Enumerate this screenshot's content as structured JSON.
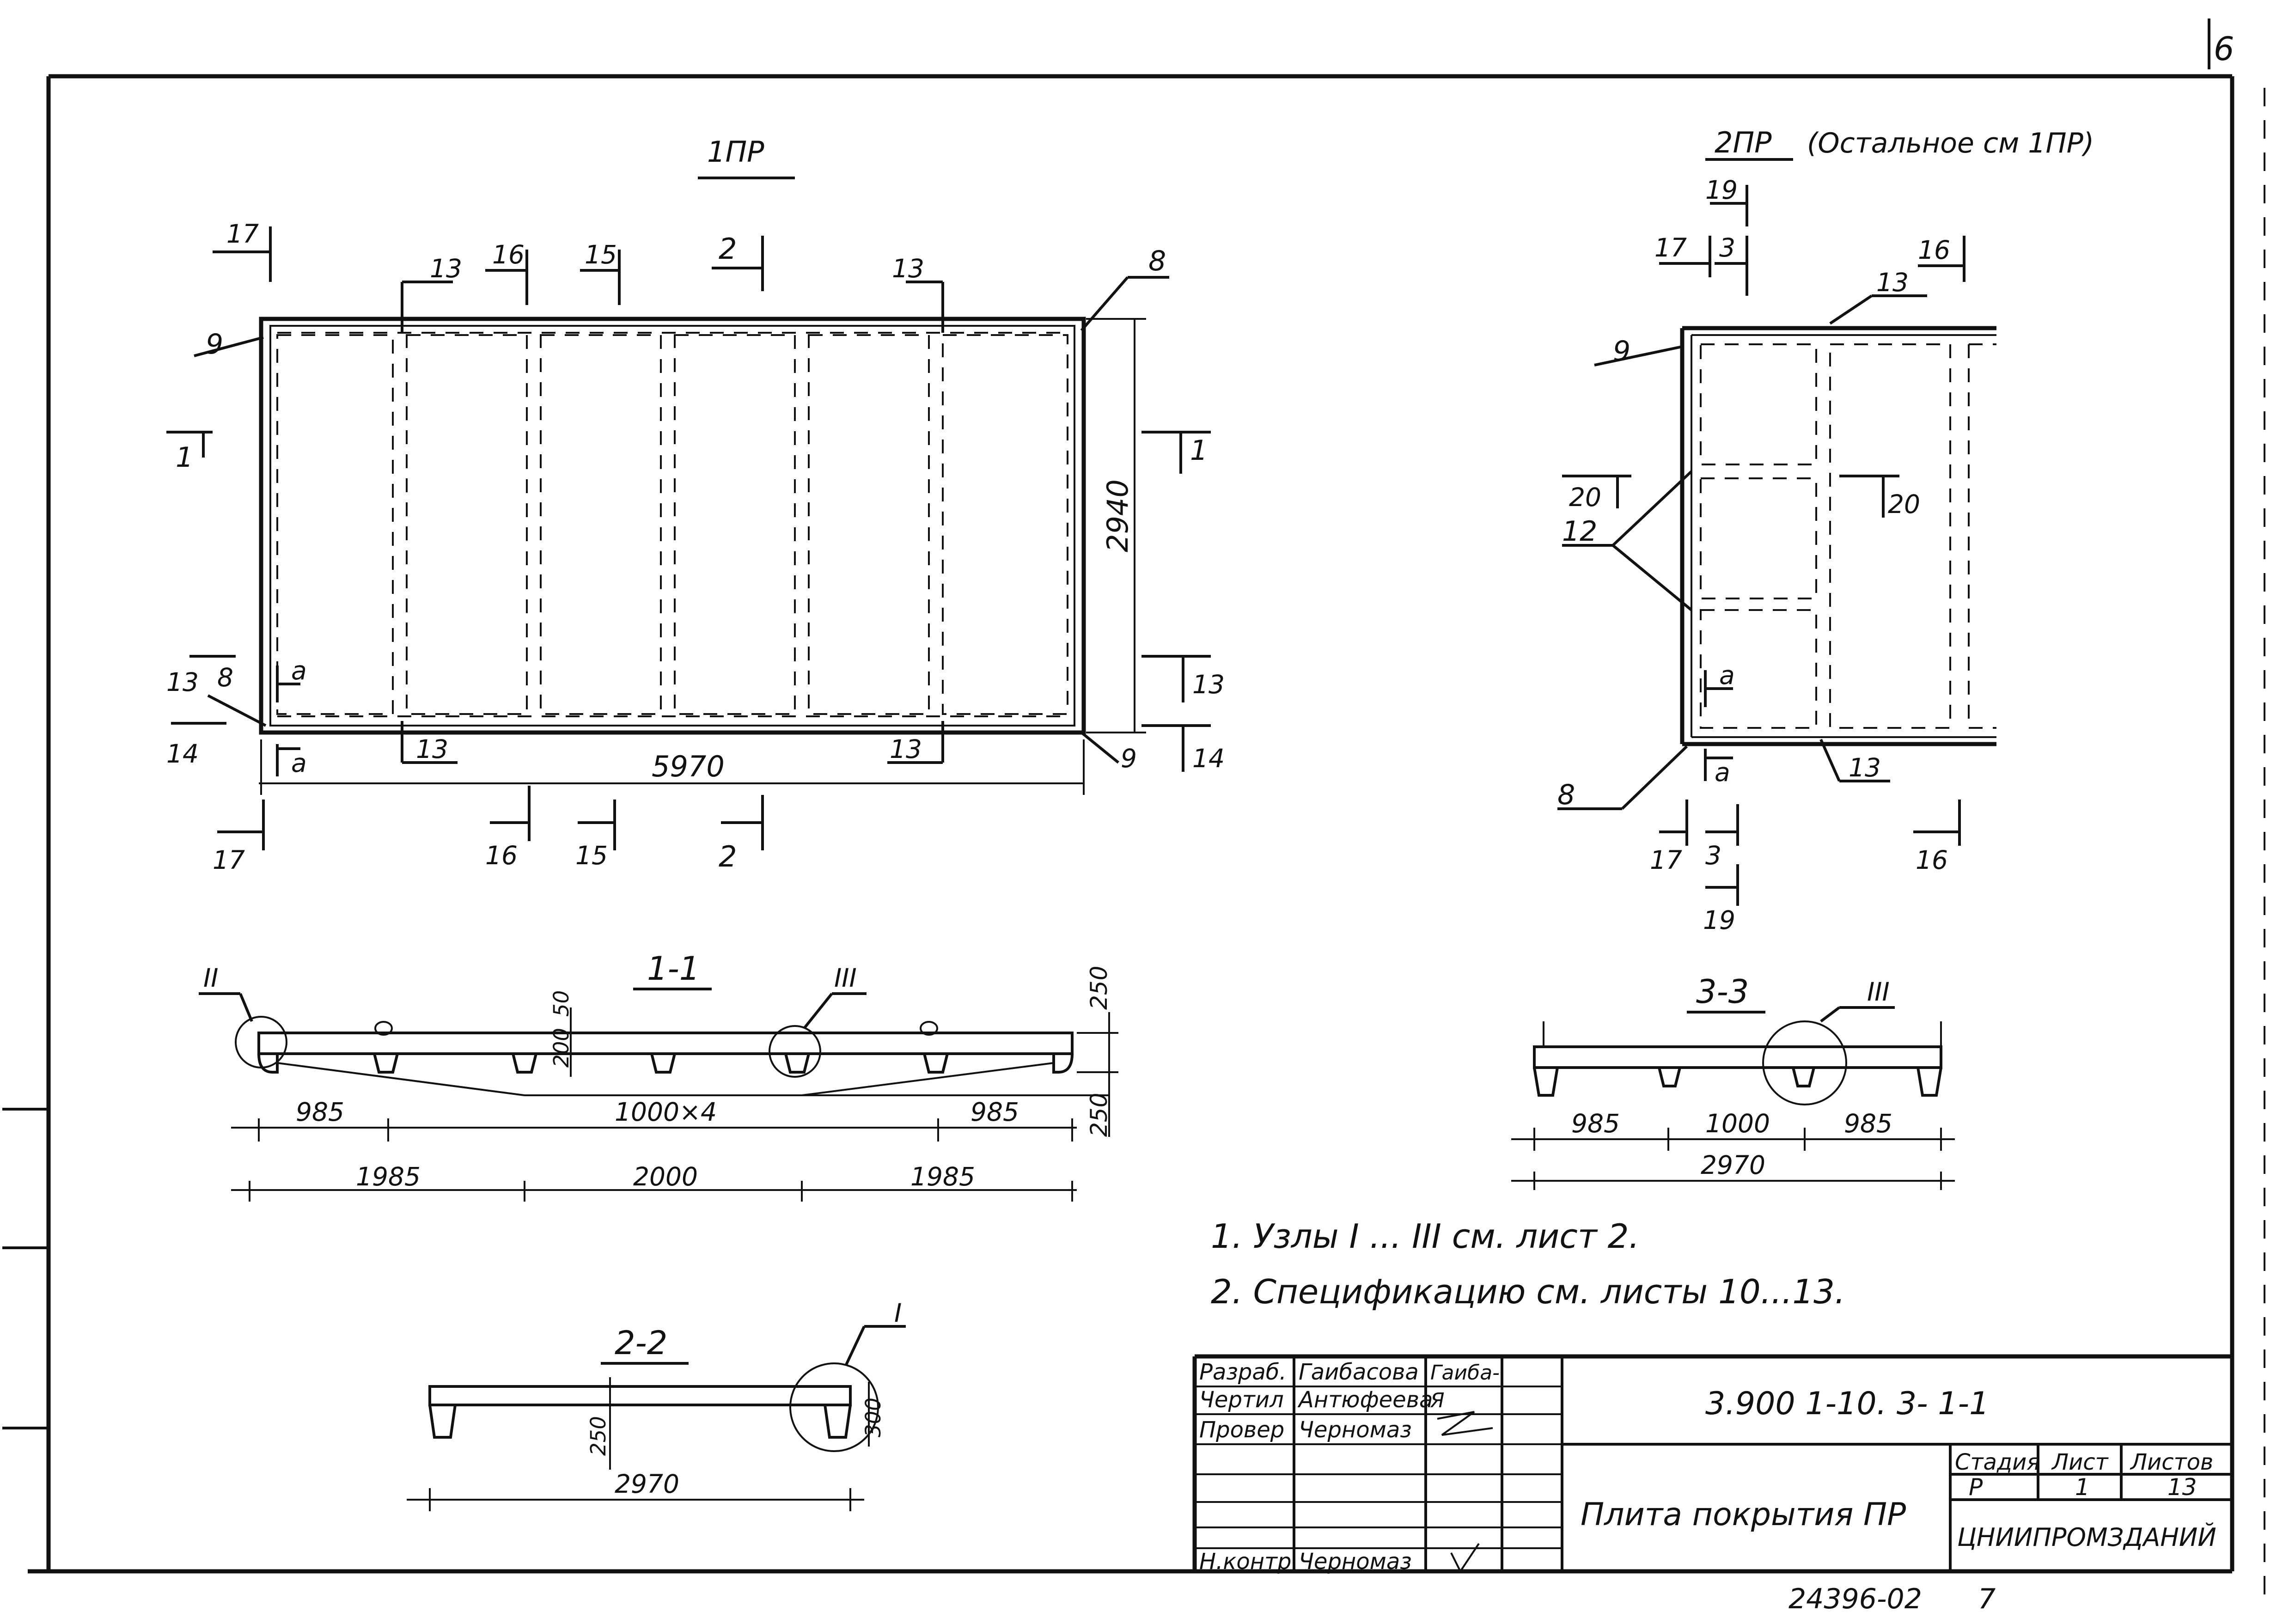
{
  "sheet_number": "6",
  "view_1pr": {
    "title": "1ПР",
    "section_marks": [
      "1",
      "2",
      "13",
      "14",
      "15",
      "16",
      "17",
      "а"
    ],
    "callouts": [
      "8",
      "9",
      "13"
    ],
    "dim_length": "5970",
    "dim_width": "2940"
  },
  "view_2pr": {
    "title": "2ПР",
    "note": "(Остальное см 1ПР)",
    "section_marks": [
      "3",
      "16",
      "17",
      "19",
      "20",
      "а"
    ],
    "callouts": [
      "8",
      "9",
      "12",
      "13"
    ]
  },
  "section_1_1": {
    "title": "1-1",
    "node_II": "II",
    "node_III": "III",
    "dims_top": [
      "985",
      "1000×4",
      "985"
    ],
    "dims_bottom": [
      "1985",
      "2000",
      "1985"
    ],
    "height_dims": [
      "250",
      "50",
      "200",
      "250"
    ]
  },
  "section_2_2": {
    "title": "2-2",
    "node_I": "I",
    "dims": [
      "250",
      "300",
      "2970"
    ]
  },
  "section_3_3": {
    "title": "3-3",
    "node_III": "III",
    "dims_top": [
      "985",
      "1000",
      "985"
    ],
    "dims_bottom": [
      "2970"
    ]
  },
  "notes": [
    "1. Узлы I ... III см. лист 2.",
    "2. Спецификацию см. листы 10...13."
  ],
  "title_block": {
    "designation": "3.900 1-10. 3- 1-1",
    "name": "Плита покрытия ПР",
    "organization": "ЦНИИПРОМЗДАНИЙ",
    "stage_label": "Стадия",
    "sheet_label": "Лист",
    "sheets_label": "Листов",
    "stage": "Р",
    "sheet": "1",
    "sheets": "13",
    "roles": [
      "Разраб.",
      "Чертил",
      "Провер",
      "Н.контр"
    ],
    "people": [
      "Гаибасова",
      "Антюфеева",
      "Черномаз",
      "Черномаз"
    ],
    "signatures": [
      "Гаиба-",
      "Я",
      "",
      ""
    ]
  },
  "footer_number": "24396-02",
  "footer_page": "7"
}
